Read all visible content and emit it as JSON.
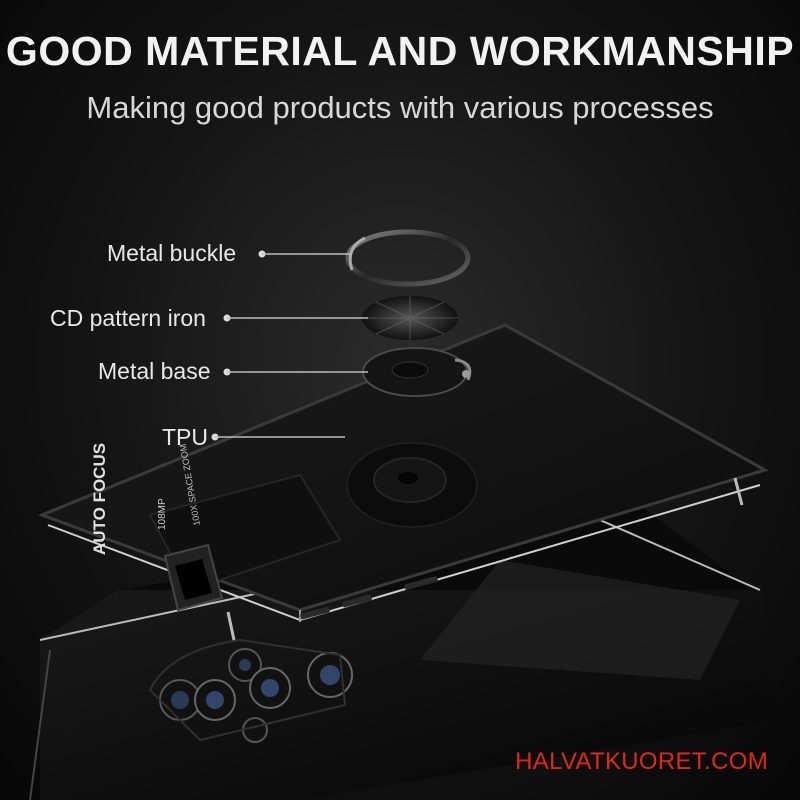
{
  "header": {
    "title": "GOOD MATERIAL AND WORKMANSHIP",
    "subtitle": "Making good products with various processes"
  },
  "callouts": [
    {
      "label": "Metal buckle"
    },
    {
      "label": "CD pattern iron"
    },
    {
      "label": "Metal base"
    },
    {
      "label": "TPU"
    }
  ],
  "case_print": {
    "brand_text": "AUTO FOCUS",
    "spec_line_1": "108MP",
    "spec_line_2": "100X SPACE ZOOM"
  },
  "watermark": {
    "text": "HALVATKUORET.COM",
    "color": "#e0281a"
  }
}
